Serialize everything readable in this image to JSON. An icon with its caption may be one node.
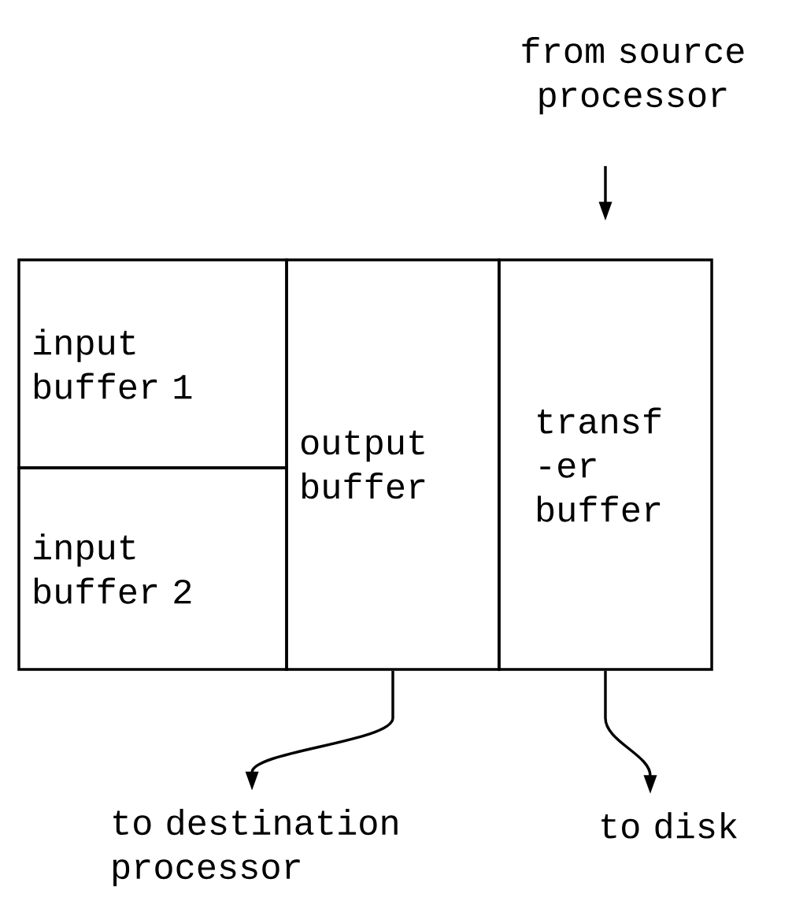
{
  "diagram": {
    "nodes": [
      {
        "text": [
          "from source processor"
        ]
      },
      {
        "text": [
          "input buffer 1"
        ]
      },
      {
        "text": [
          "input buffer 2"
        ]
      },
      {
        "text": [
          "output buffer"
        ]
      },
      {
        "text": [
          "transf -er buffer"
        ]
      },
      {
        "text": [
          "to destination processor"
        ]
      },
      {
        "text": [
          "to disk"
        ]
      }
    ],
    "edges": [
      {
        "from": 0,
        "to": 4,
        "arrow": "to"
      },
      {
        "from": 3,
        "to": 5,
        "arrow": "to"
      },
      {
        "from": 4,
        "to": 6,
        "arrow": "to"
      }
    ]
  }
}
